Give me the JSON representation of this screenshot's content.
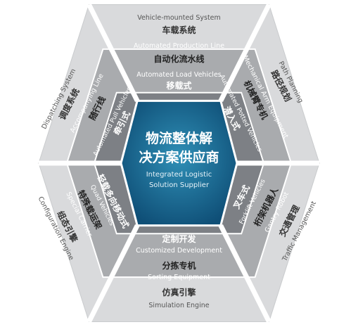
{
  "center": {
    "title_line1": "物流整体解",
    "title_line2": "决方案供应商",
    "en_line1": "Integrated Logistic",
    "en_line2": "Solution  Supplier"
  },
  "top": {
    "ring3_en": "Vehicle-mounted System",
    "ring3_zh": "车载系统",
    "ring2_en": "Automated Production Line",
    "ring2_zh": "自动化流水线",
    "ring1_en": "Automated Load Vehicles",
    "ring1_zh": "移载式"
  },
  "upper_right": {
    "ring3_en": "Path Planning",
    "ring3_zh": "路径规划",
    "ring2_en": "Mechanical Arm Equipment",
    "ring2_zh": "机械臂专机",
    "ring1_en": "Automated Potted Vehicles",
    "ring1_zh": "潜入式"
  },
  "lower_right": {
    "ring3_en": "Traffic Management",
    "ring3_zh": "交通管理",
    "ring2_en": "Gantry Robot",
    "ring2_zh": "桁架机器人",
    "ring1_en": "Forklift Vehicles",
    "ring1_zh": "叉车式"
  },
  "bottom": {
    "ring3_en": "Simulation Engine",
    "ring3_zh": "仿真引擎",
    "ring2_en": "Sorting Equipment",
    "ring2_zh": "分拣专机",
    "ring1_en": "Customized Development",
    "ring1_zh": "定制开发"
  },
  "lower_left": {
    "ring3_en": "Configuration Engine",
    "ring3_zh": "组态引擎",
    "ring2_en": "Special Carrier",
    "ring2_zh": "特殊载运架",
    "ring1_en": "Quad Vehicles",
    "ring1_zh": "轻载多向移动式"
  },
  "upper_left": {
    "ring3_en": "Dispatching System",
    "ring3_zh": "调度系统",
    "ring2_en": "Accompanying Line",
    "ring2_zh": "随行线",
    "ring1_en": "Automated Pull Vehicles",
    "ring1_zh": "牵引式"
  },
  "colors": {
    "outer_ring": "#d9dadc",
    "middle_ring": "#a9abae",
    "inner_ring": "#7d8085",
    "separator": "#ffffff",
    "center_light": "#2f8fb6",
    "center_dark": "#0f4f77"
  }
}
